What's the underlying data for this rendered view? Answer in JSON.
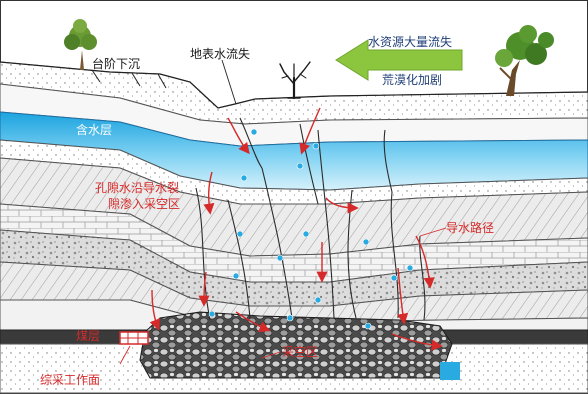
{
  "labels": {
    "step_subsidence": "台阶下沉",
    "surface_water_loss": "地表水流失",
    "water_resource_loss": "水资源大量流失",
    "desertification": "荒漠化加剧",
    "aquifer": "含水层",
    "pore_water_seepage_line1": "孔隙水沿导水裂",
    "pore_water_seepage_line2": "隙渗入采空区",
    "water_flow_path": "导水路径",
    "coal_seam": "煤层",
    "goaf": "采空区",
    "fully_mechanized_face": "综采工作面"
  },
  "colors": {
    "arrow_green": "#8cc63f",
    "label_red": "#d62a2a",
    "aquifer_blue": "#27a9e1",
    "water_drop": "#29abe2",
    "coal_seam": "#3a3a3a"
  }
}
